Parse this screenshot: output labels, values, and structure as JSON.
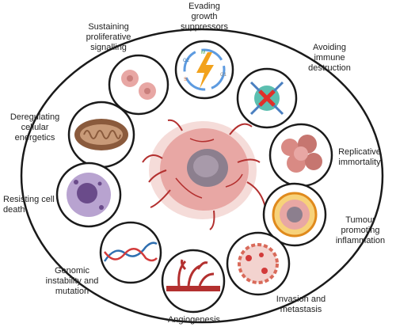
{
  "labels": {
    "evading": "Evading\ngrowth\nsuppressors",
    "sustaining": "Sustaining\nproliferative\nsignalling",
    "avoiding": "Avoiding\nimmune\ndestruction",
    "deregulating": "Deregulating\ncellular\nenergetics",
    "replicative": "Replicative\nimmortality",
    "resisting": "Resisting cell\ndeath",
    "tumour": "Tumour\npromoting\ninflammation",
    "genomic": "Genomic\ninstability and\nmutation",
    "invasion": "Invasion and\nmetastasis",
    "angiogenesis": "Angiogenesis"
  },
  "cycle_labels": {
    "m": "M",
    "g2": "G2",
    "s": "S",
    "g1": "G1"
  },
  "colors": {
    "ring": "#1a1a1a",
    "cell_pink": "#e8a7a4",
    "nucleus_grey": "#8c7f8e",
    "vessel_red": "#b3302f",
    "mito_brown": "#8a5a3c",
    "apoptosis_purple": "#9b7fb8",
    "immune_teal": "#5bbfb0",
    "x_red": "#e0302a",
    "lightning": "#f2a21c",
    "dna_blue": "#2f6fb0",
    "dna_red": "#d23a3a"
  }
}
